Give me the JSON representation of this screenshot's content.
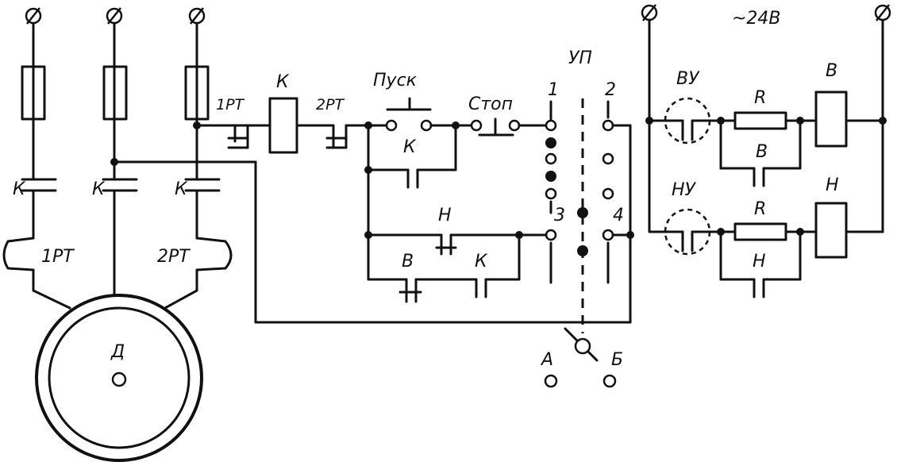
{
  "labels": {
    "motor": "Д",
    "contactor_k": "К",
    "relay_1rt": "1РТ",
    "relay_2rt": "2РТ",
    "start_button": "Пуск",
    "stop_button": "Стоп",
    "switch_up": "УП",
    "contact_n": "Н",
    "contact_v": "В",
    "term_1": "1",
    "term_2": "2",
    "term_3": "3",
    "term_4": "4",
    "pos_a": "А",
    "pos_b": "Б",
    "voltage": "~24В",
    "vu": "ВУ",
    "nu": "НУ",
    "resistor_r": "R",
    "coil_v": "В",
    "coil_n": "Н"
  }
}
